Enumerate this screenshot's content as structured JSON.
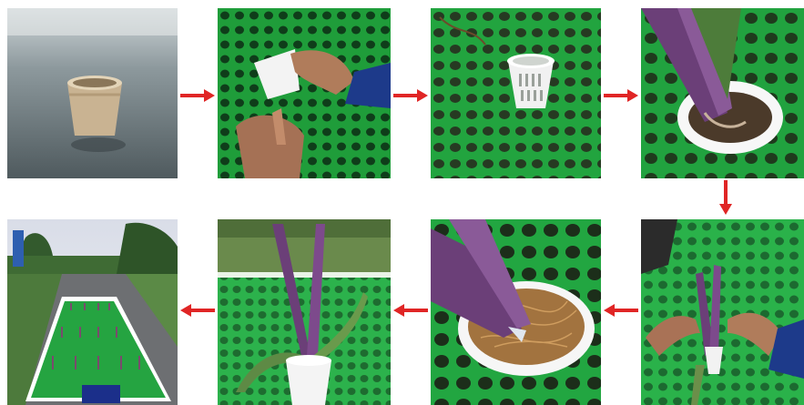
{
  "figure": {
    "panels": [
      {
        "step": 1,
        "subject": "paper-pot-on-table"
      },
      {
        "step": 2,
        "subject": "hands-holding-net-cup-over-green-mesh"
      },
      {
        "step": 3,
        "subject": "white-net-cup-on-green-mesh"
      },
      {
        "step": 4,
        "subject": "plant-base-in-net-cup"
      },
      {
        "step": 5,
        "subject": "hands-inserting-plant-into-net-cup"
      },
      {
        "step": 6,
        "subject": "net-cup-filled-with-coir-fiber"
      },
      {
        "step": 7,
        "subject": "potted-plant-in-net-cup-on-mesh"
      },
      {
        "step": 8,
        "subject": "outdoor-hydroponic-growing-bed"
      }
    ],
    "sign_text": [
      "",
      "",
      ""
    ],
    "colors": {
      "arrow": "#e02525",
      "mesh": "#1f9d3a",
      "net_cup": "#f2f2f2",
      "leaf": "#6b3f78"
    }
  }
}
